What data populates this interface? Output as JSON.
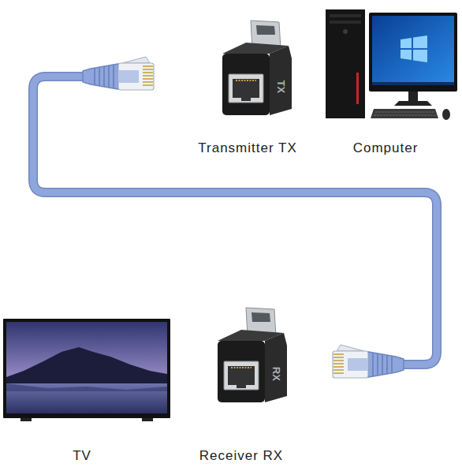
{
  "diagram": {
    "labels": [
      "Transmitter TX",
      "Computer",
      "TV",
      "Receiver RX",
      "TX",
      "RX"
    ]
  }
}
